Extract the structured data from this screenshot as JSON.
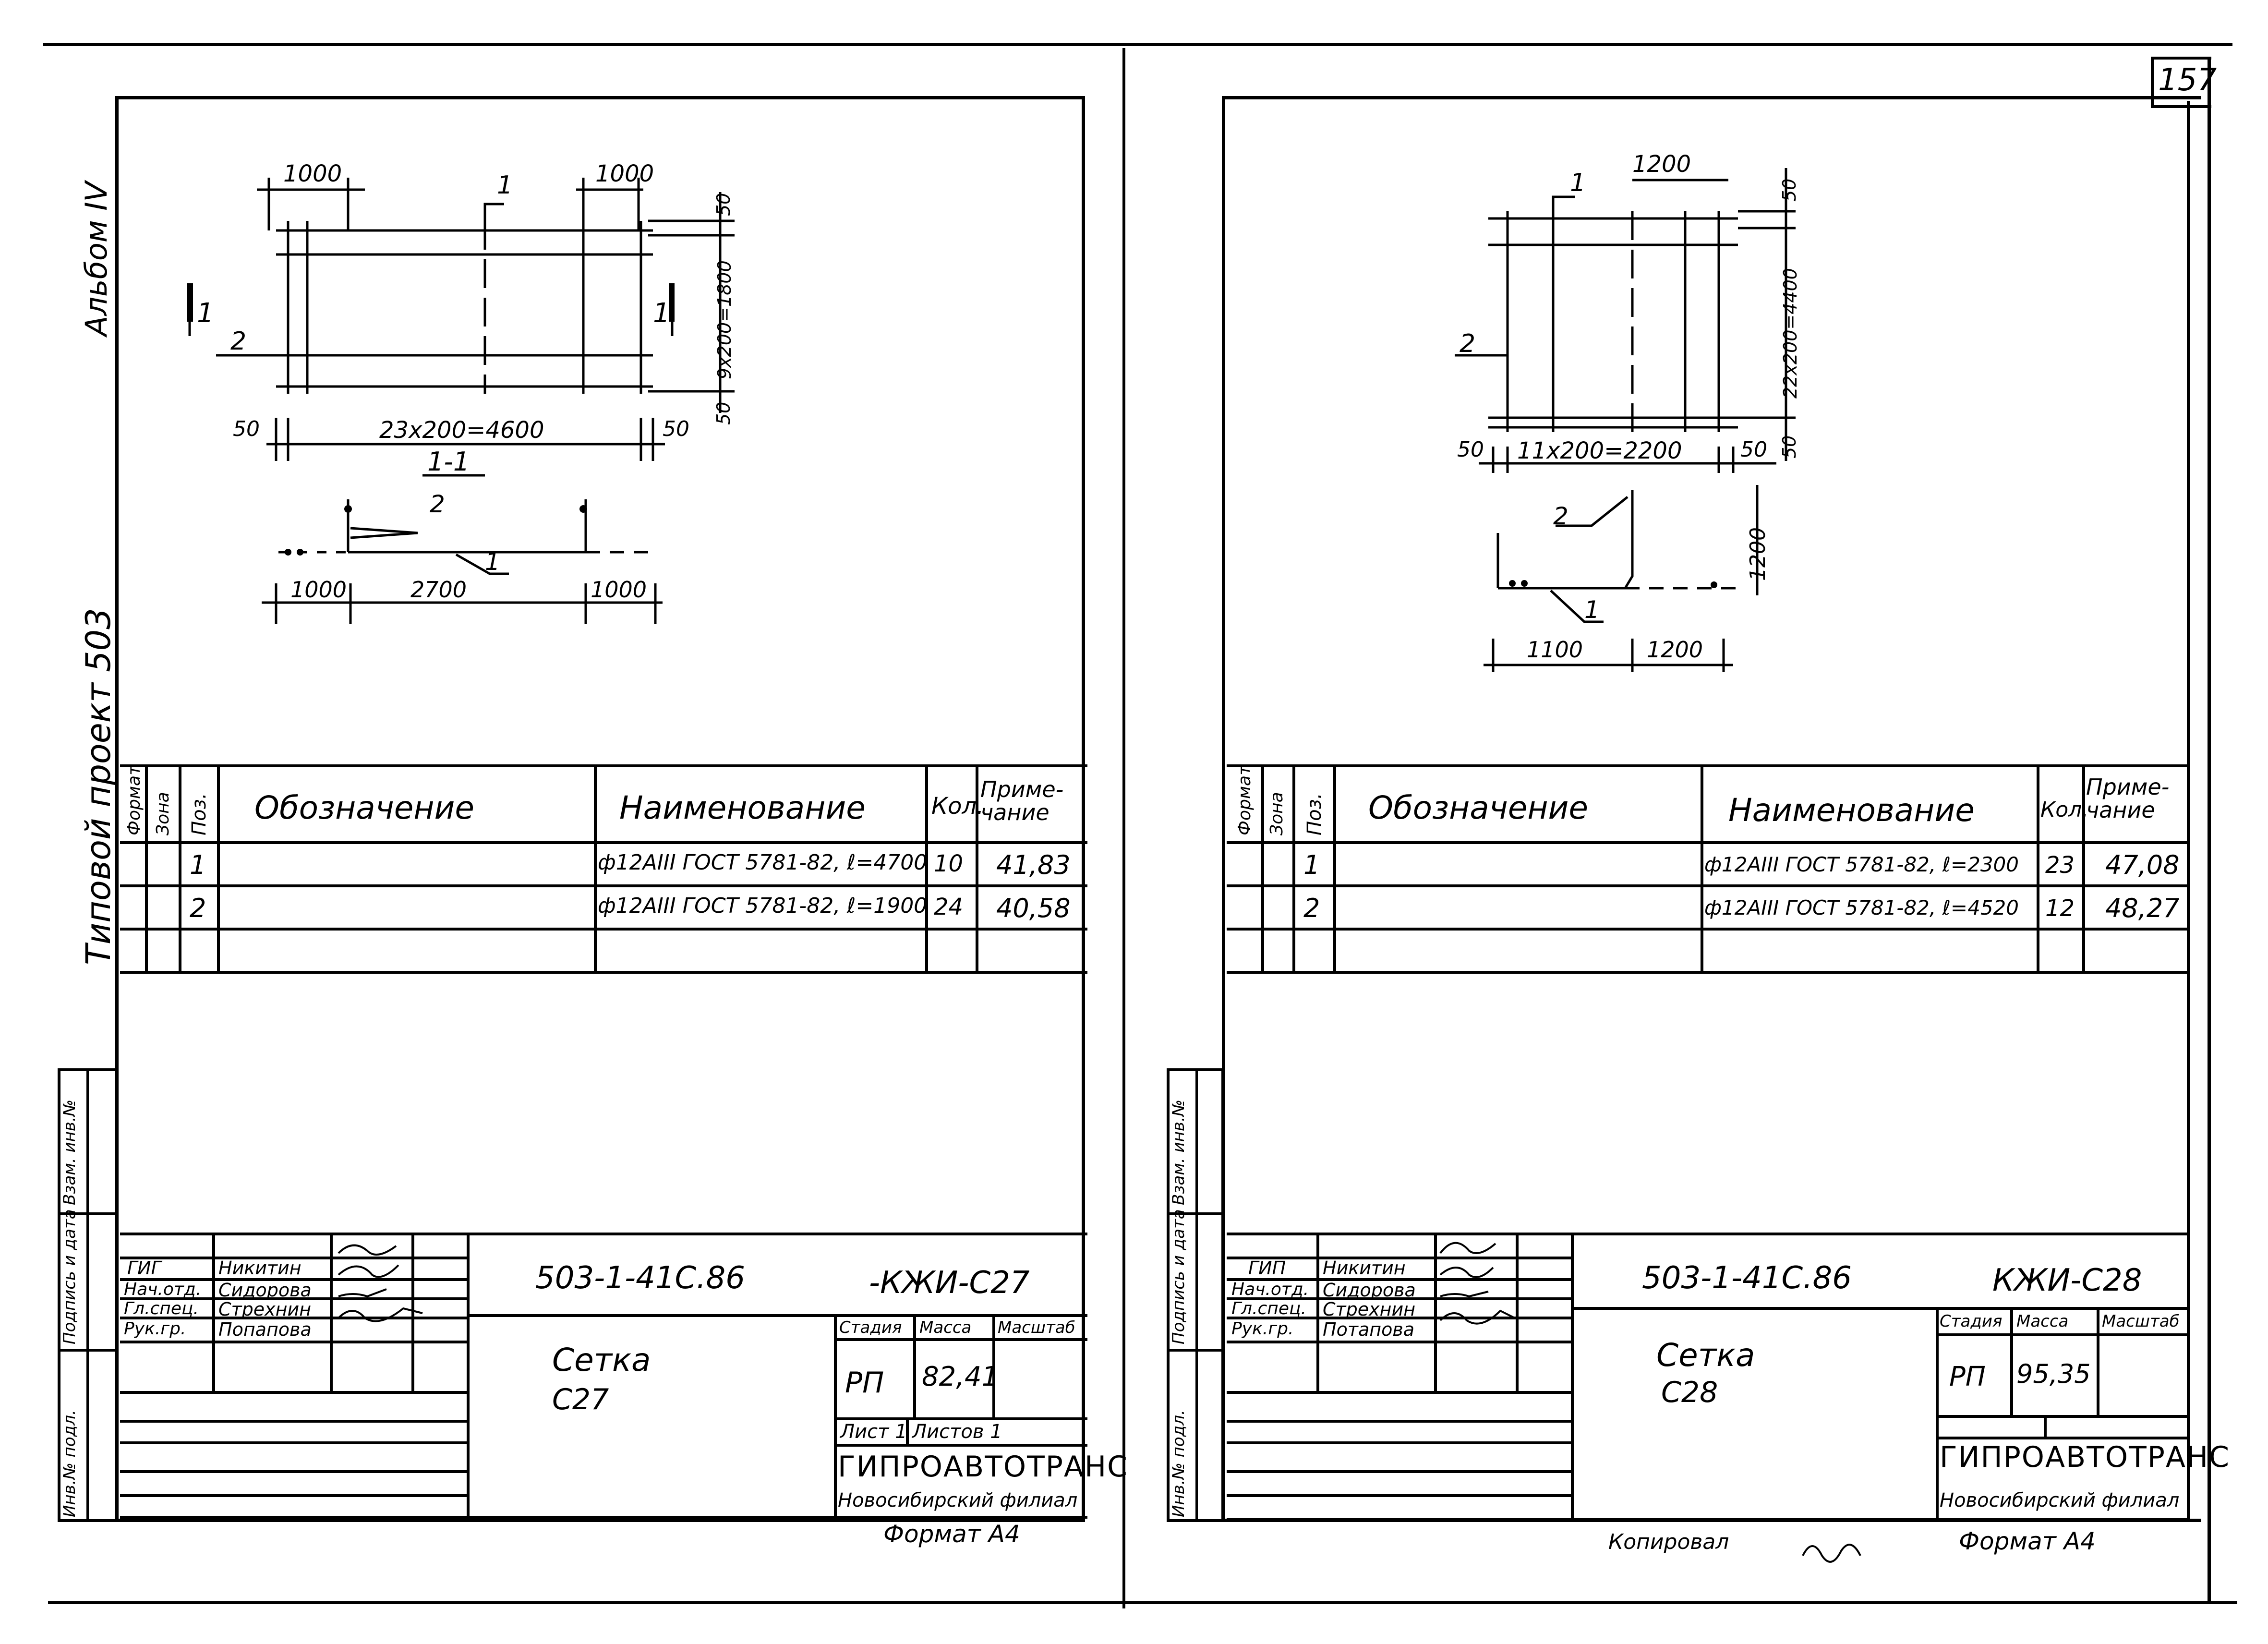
{
  "page": {
    "number": "157"
  },
  "left_sheet": {
    "edge_note": "Альбом IV",
    "project_title": "Типовой проект 503",
    "drawing": {
      "dims_top": [
        "1000",
        "1000"
      ],
      "pos_label_top": "1",
      "pos_label_side": "2",
      "section_marks": [
        "1",
        "1"
      ],
      "dim_right_top": "50",
      "dim_right_mid": "9x200=1800",
      "dim_right_bottom": "50",
      "dim_bottom_left": "50",
      "dim_bottom_mid": "23x200=4600",
      "dim_bottom_right": "50",
      "section_title": "1-1",
      "section_pos_2": "2",
      "section_pos_1": "1",
      "section_dims": [
        "1000",
        "2700",
        "1000"
      ]
    },
    "spec": {
      "headers": {
        "format": "Формат",
        "zone": "Зона",
        "pos": "Поз.",
        "designation": "Обозначение",
        "name": "Наименование",
        "qty": "Кол.",
        "note": "Приме-чание"
      },
      "rows": [
        {
          "pos": "1",
          "name": "ф12АIII ГОСТ 5781-82, ℓ=4700",
          "qty": "10",
          "note": "41,83"
        },
        {
          "pos": "2",
          "name": "ф12АIII ГОСТ 5781-82, ℓ=1900",
          "qty": "24",
          "note": "40,58"
        }
      ]
    },
    "side_stamp": [
      "Взам. инв.№",
      "Подпись и дата",
      "Инв.№ подл."
    ],
    "title_block": {
      "code": "503-1-41С.86",
      "doc": "-КЖИ-С27",
      "people": [
        {
          "role": "ГИГ",
          "name": "Никитин"
        },
        {
          "role": "Нач.отд.",
          "name": "Сидорова"
        },
        {
          "role": "Гл.спец.",
          "name": "Стрехнин"
        },
        {
          "role": "Рук.гр.",
          "name": "Попапова"
        }
      ],
      "item_title": "Сетка",
      "item_code": "С27",
      "stage_label": "Стадия",
      "mass_label": "Масса",
      "scale_label": "Масштаб",
      "stage": "РП",
      "mass": "82,41",
      "sheet": "Лист 1",
      "sheets": "Листов 1",
      "org": "ГИПРОАВТОТРАНС",
      "branch": "Новосибирский филиал",
      "format": "Формат А4"
    }
  },
  "right_sheet": {
    "drawing": {
      "dim_top": "1200",
      "pos_label_top": "1",
      "pos_label_side": "2",
      "dim_right_top": "50",
      "dim_right_mid": "22x200=4400",
      "dim_right_bottom": "50",
      "dim_bottom_left": "50",
      "dim_bottom_mid": "11x200=2200",
      "dim_bottom_right": "50",
      "section_pos_2": "2",
      "section_pos_1": "1",
      "section_dim_height": "1200",
      "section_dims": [
        "1100",
        "1200"
      ]
    },
    "spec": {
      "headers": {
        "format": "Формат",
        "zone": "Зона",
        "pos": "Поз.",
        "designation": "Обозначение",
        "name": "Наименование",
        "qty": "Кол.",
        "note": "Приме-чание"
      },
      "rows": [
        {
          "pos": "1",
          "name": "ф12АIII ГОСТ 5781-82, ℓ=2300",
          "qty": "23",
          "note": "47,08"
        },
        {
          "pos": "2",
          "name": "ф12АIII ГОСТ 5781-82, ℓ=4520",
          "qty": "12",
          "note": "48,27"
        }
      ]
    },
    "side_stamp": [
      "Взам. инв.№",
      "Подпись и дата",
      "Инв.№ подл."
    ],
    "title_block": {
      "code": "503-1-41С.86",
      "doc": "КЖИ-С28",
      "people": [
        {
          "role": "ГИП",
          "name": "Никитин"
        },
        {
          "role": "Нач.отд.",
          "name": "Сидорова"
        },
        {
          "role": "Гл.спец.",
          "name": "Стрехнин"
        },
        {
          "role": "Рук.гр.",
          "name": "Потапова"
        }
      ],
      "item_title": "Сетка",
      "item_code": "С28",
      "stage_label": "Стадия",
      "mass_label": "Масса",
      "scale_label": "Масштаб",
      "stage": "РП",
      "mass": "95,35",
      "org": "ГИПРОАВТОТРАНС",
      "branch": "Новосибирский филиал",
      "format": "Формат А4",
      "copied": "Копировал"
    }
  }
}
